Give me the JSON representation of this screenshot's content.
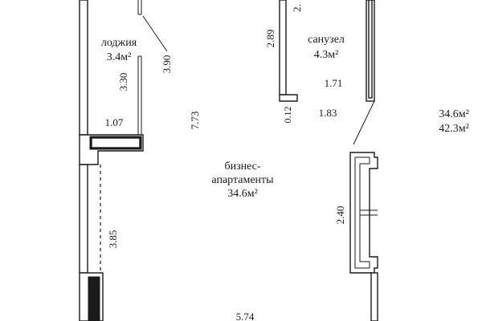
{
  "rooms": {
    "loggia": {
      "name": "лоджия",
      "area": "3.4м²"
    },
    "bathroom": {
      "name": "санузел",
      "area": "4.3м²"
    },
    "main": {
      "name_line1": "бизнес-",
      "name_line2": "апартаменты",
      "area": "34.6м²"
    }
  },
  "dimensions": {
    "d_3_90": "3.90",
    "d_3_30": "3.30",
    "d_1_07": "1.07",
    "d_7_73": "7.73",
    "d_2_89": "2.89",
    "d_2_top": "2.",
    "d_0_12": "0.12",
    "d_1_71": "1.71",
    "d_1_83": "1.83",
    "d_3_85": "3.85",
    "d_2_40": "2.40",
    "d_5_74": "5.74"
  },
  "summary": {
    "living_area": "34.6м²",
    "total_area": "42.3м²"
  }
}
